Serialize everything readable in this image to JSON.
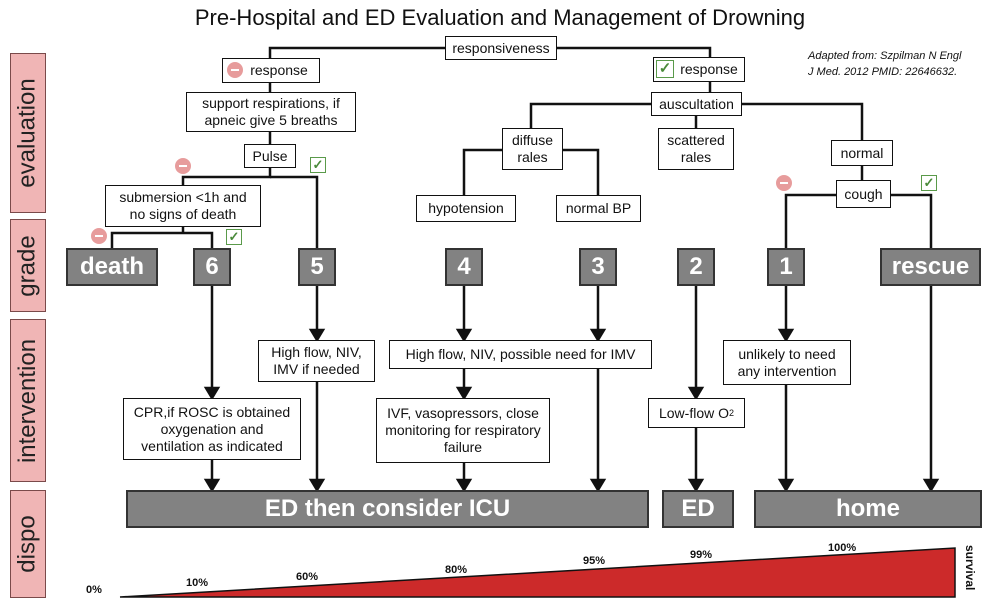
{
  "title": "Pre-Hospital and ED Evaluation and Management of Drowning",
  "credit": {
    "line1": "Adapted from: Szpilman N Engl",
    "line2": "J Med. 2012 PMID: 22646632."
  },
  "sidebar": {
    "evaluation": "evaluation",
    "grade": "grade",
    "intervention": "intervention",
    "dispo": "dispo"
  },
  "evaluation": {
    "responsiveness": "responsiveness",
    "no_response": "response",
    "yes_response": "response",
    "support": "support respirations, if apneic give 5 breaths",
    "pulse": "Pulse",
    "submersion": "submersion <1h and no signs of death",
    "auscultation": "auscultation",
    "diffuse_rales": "diffuse rales",
    "scattered_rales": "scattered rales",
    "normal": "normal",
    "hypotension": "hypotension",
    "normal_bp": "normal BP",
    "cough": "cough"
  },
  "grades": {
    "death": "death",
    "g6": "6",
    "g5": "5",
    "g4": "4",
    "g3": "3",
    "g2": "2",
    "g1": "1",
    "rescue": "rescue"
  },
  "interventions": {
    "high_flow_5": "High flow, NIV, IMV if needed",
    "high_flow_34": "High flow, NIV, possible need for IMV",
    "unlikely": "unlikely to need any intervention",
    "cpr": "CPR,if ROSC is obtained oxygenation and ventilation as indicated",
    "ivf": "IVF, vasopressors, close monitoring for respiratory failure",
    "low_flow": "Low-flow O",
    "low_flow_sub": "2"
  },
  "dispo": {
    "icu": "ED then consider ICU",
    "ed": "ED",
    "home": "home"
  },
  "survival": {
    "label": "survival",
    "points": [
      "0%",
      "10%",
      "60%",
      "80%",
      "95%",
      "99%",
      "100%"
    ],
    "color": "#cc2a2a"
  },
  "colors": {
    "sidebar": "#f0b5b5",
    "grade_box": "#828282",
    "negative": "#e79c9c",
    "check": "#5a9a4a"
  }
}
